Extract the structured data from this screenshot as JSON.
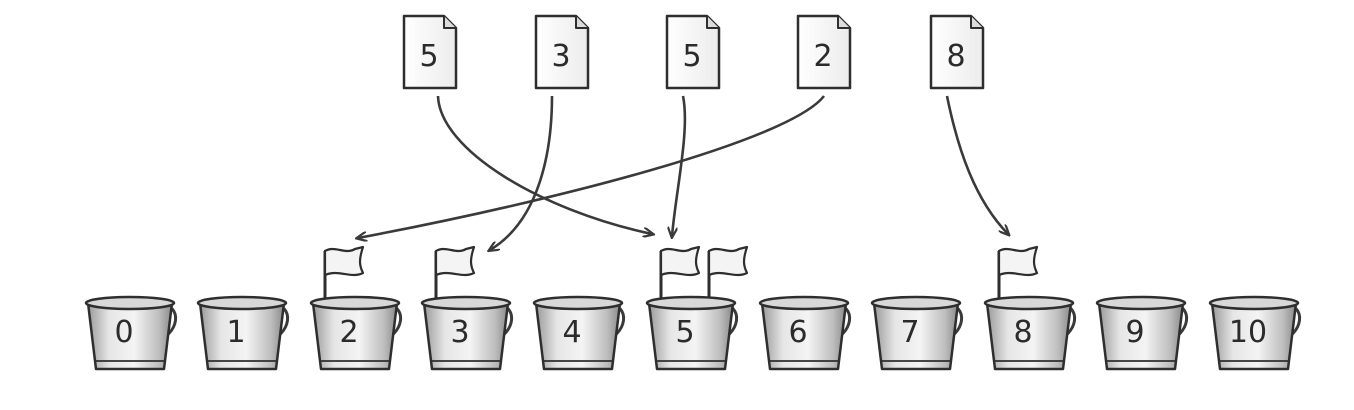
{
  "documents": [
    {
      "label": "5",
      "target": "5"
    },
    {
      "label": "3",
      "target": "3"
    },
    {
      "label": "5",
      "target": "5"
    },
    {
      "label": "2",
      "target": "2"
    },
    {
      "label": "8",
      "target": "8"
    }
  ],
  "buckets": [
    {
      "label": "0",
      "flags": 0
    },
    {
      "label": "1",
      "flags": 0
    },
    {
      "label": "2",
      "flags": 1
    },
    {
      "label": "3",
      "flags": 1
    },
    {
      "label": "4",
      "flags": 0
    },
    {
      "label": "5",
      "flags": 2
    },
    {
      "label": "6",
      "flags": 0
    },
    {
      "label": "7",
      "flags": 0
    },
    {
      "label": "8",
      "flags": 1
    },
    {
      "label": "9",
      "flags": 0
    },
    {
      "label": "10",
      "flags": 0
    }
  ]
}
